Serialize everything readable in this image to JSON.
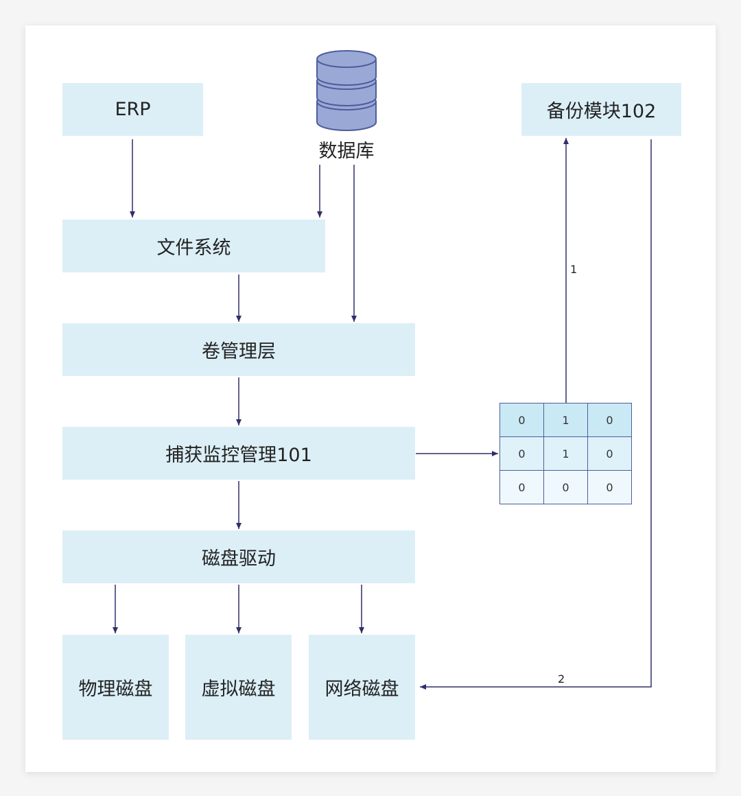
{
  "nodes": {
    "erp": "ERP",
    "database": "数据库",
    "backup_module": "备份模块102",
    "file_system": "文件系统",
    "volume_management": "卷管理层",
    "capture_monitor": "捕获监控管理101",
    "disk_driver": "磁盘驱动",
    "physical_disk": "物理磁盘",
    "virtual_disk": "虚拟磁盘",
    "network_disk": "网络磁盘"
  },
  "edges": {
    "bitmap_to_backup_label": "1",
    "backup_to_network_label": "2"
  },
  "bitmap": [
    [
      "0",
      "1",
      "0"
    ],
    [
      "0",
      "1",
      "0"
    ],
    [
      "0",
      "0",
      "0"
    ]
  ],
  "colors": {
    "box_fill": "#dceff7",
    "arrow": "#2f2f6b",
    "db_fill": "#9aa8d6",
    "db_stroke": "#4d5d9c"
  }
}
